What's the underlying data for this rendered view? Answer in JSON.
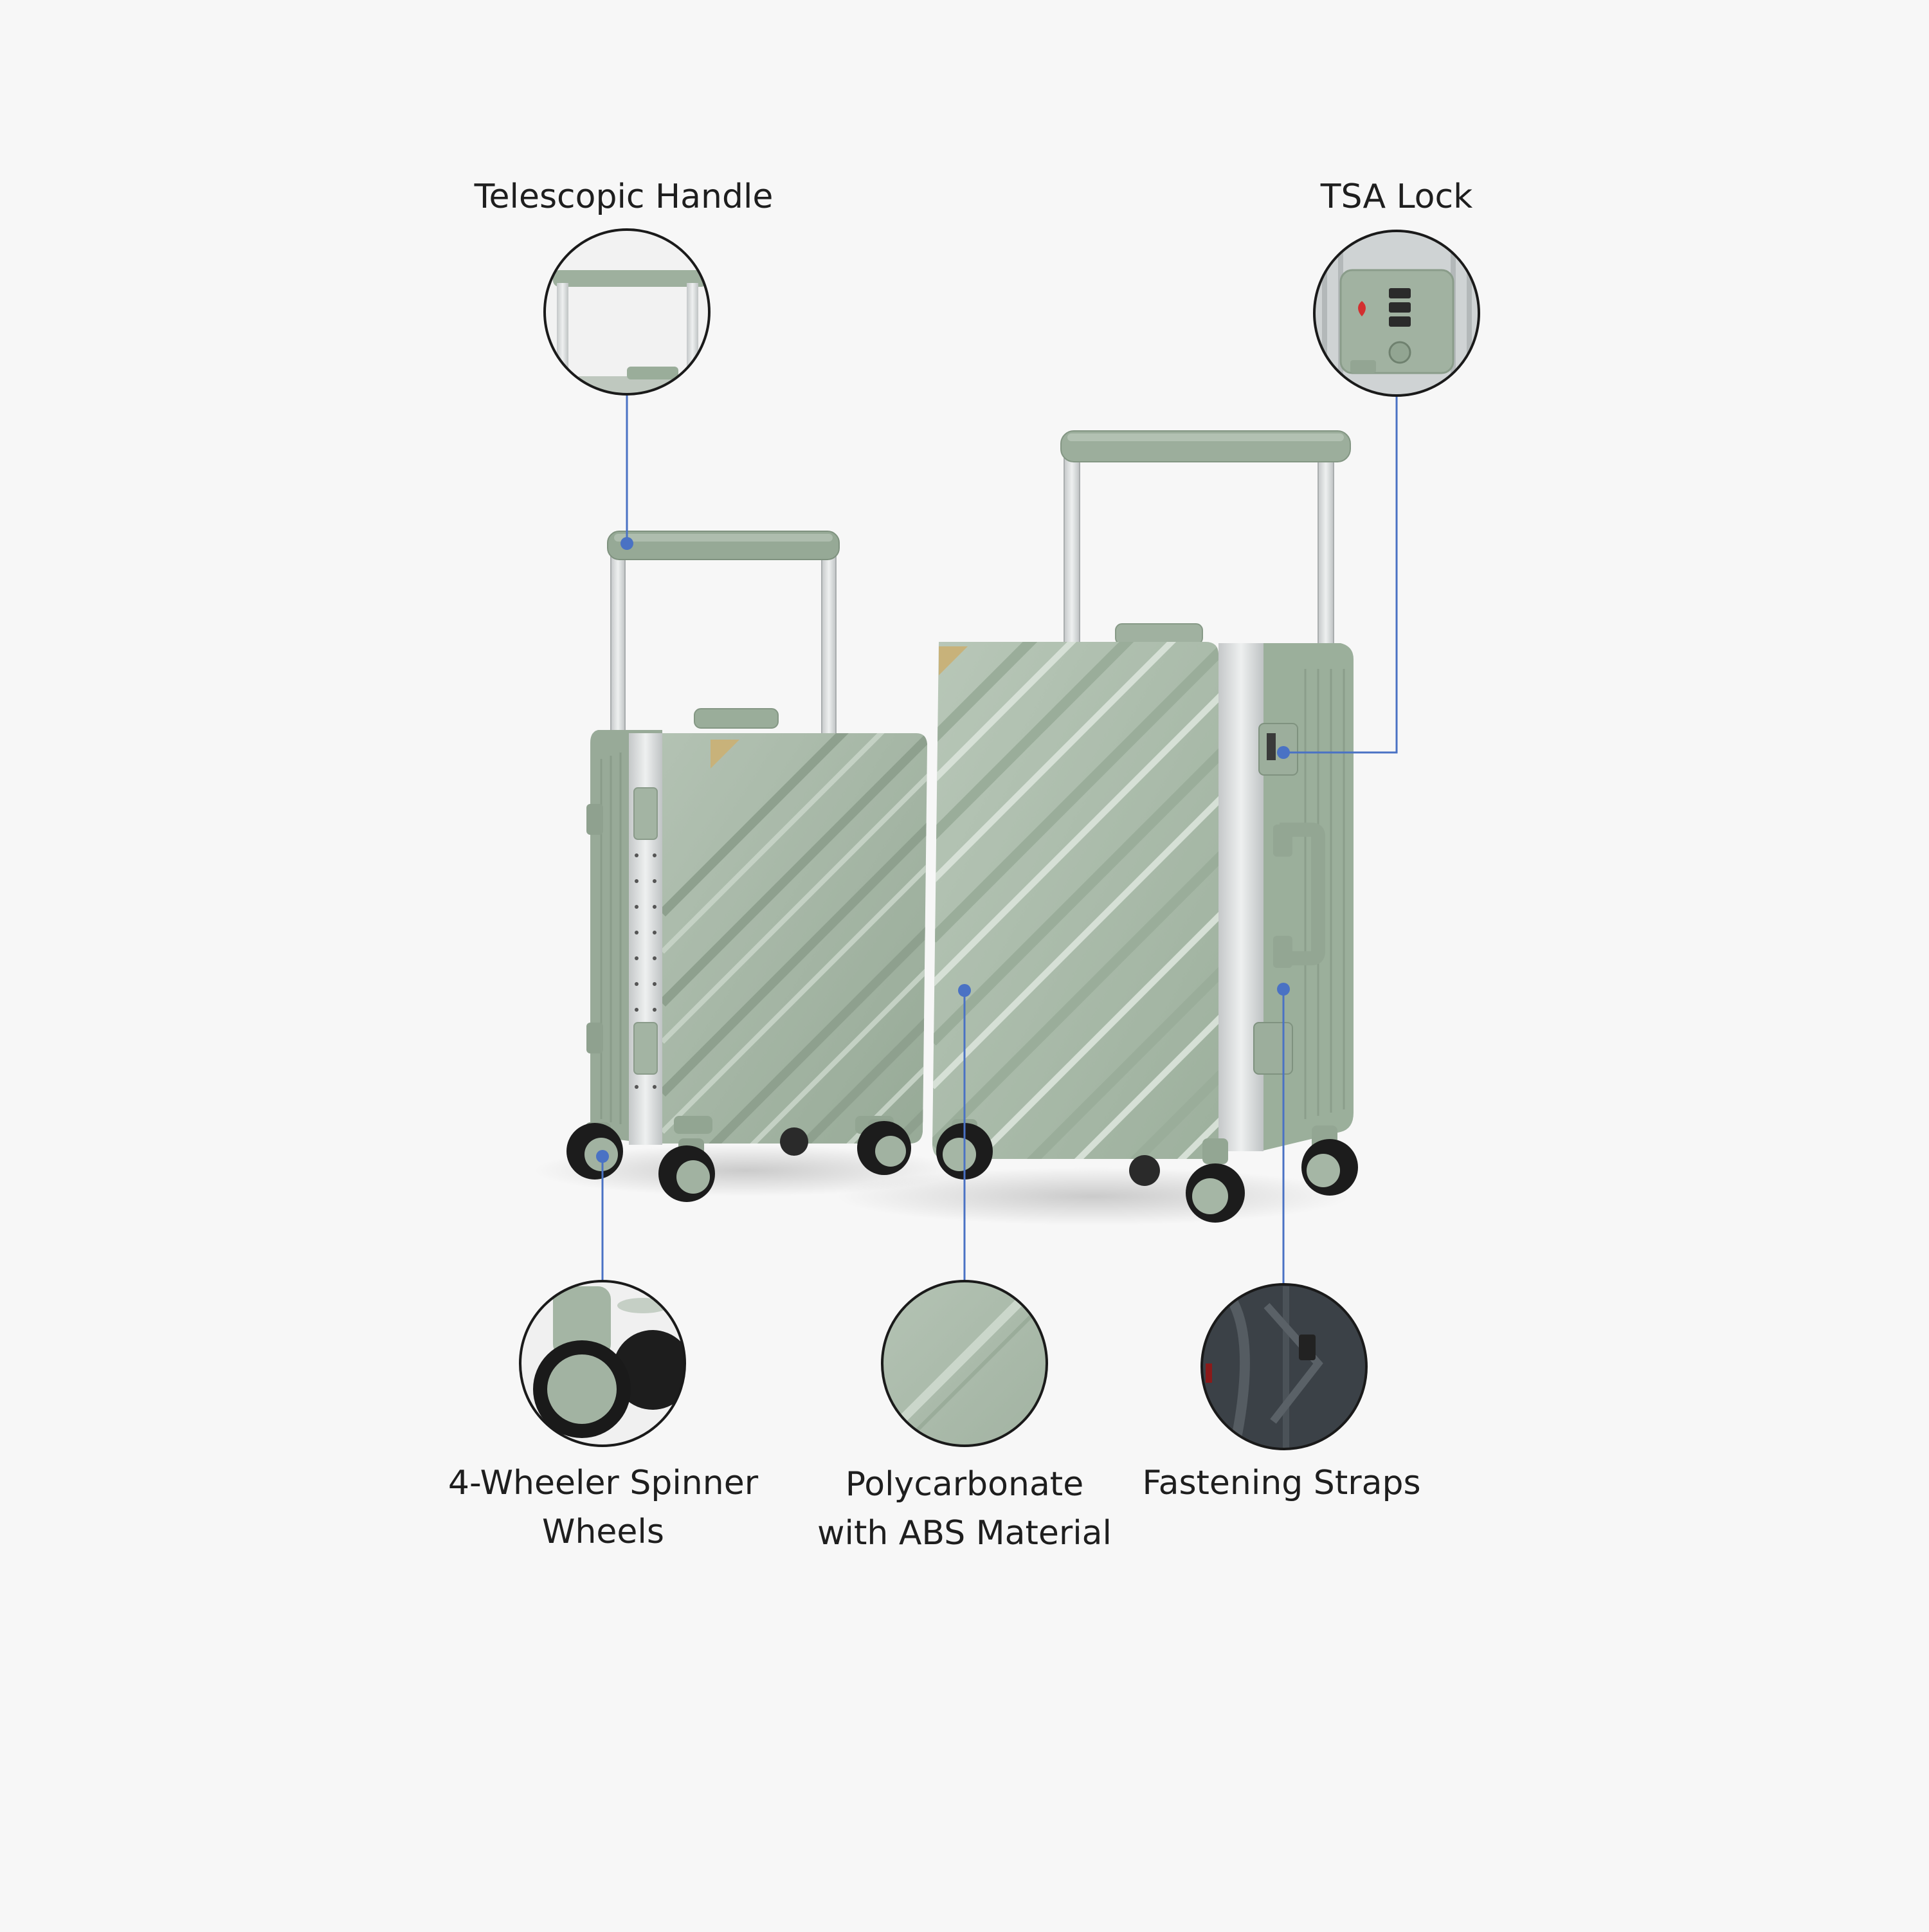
{
  "features": {
    "handle": {
      "label": "Telescopic Handle",
      "icon": "telescopic-handle-icon"
    },
    "lock": {
      "label": "TSA Lock",
      "icon": "tsa-lock-icon"
    },
    "wheels": {
      "line1": "4-Wheeler Spinner",
      "line2": "Wheels",
      "icon": "spinner-wheel-icon"
    },
    "material": {
      "line1": "Polycarbonate",
      "line2": "with ABS Material",
      "icon": "material-texture-icon"
    },
    "straps": {
      "label": "Fastening Straps",
      "icon": "fastening-straps-icon"
    }
  },
  "colors": {
    "background": "#f7f7f7",
    "shell": "#a6b7a6",
    "shell_dark": "#8fa18f",
    "aluminum": "#d3d5d6",
    "callout_line": "#4a72c4",
    "circle_border": "#1a1a1a",
    "wheel": "#1c1c1c"
  }
}
